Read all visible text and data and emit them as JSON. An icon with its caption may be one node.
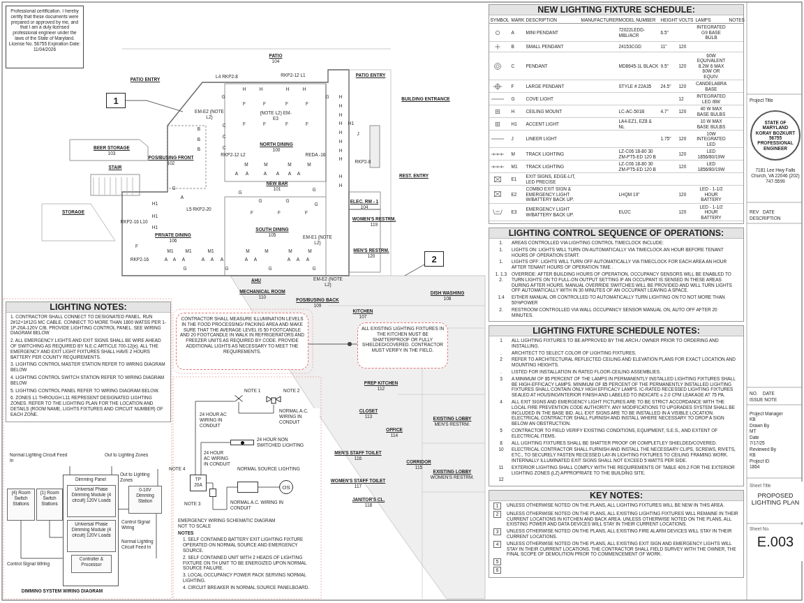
{
  "diagram": {
    "nodes": [
      {
        "text": [
          "Professional certification. I hereby certify that these documents were prepared or approved by me, and that I am a duly licensed professional engineer under the laws of the State of Maryland. License No. 56755 Expiration Date: 11/04/2026"
        ]
      },
      {
        "text": [
          "NEW LIGHTING FIXTURE SCHEDULE:"
        ]
      },
      {
        "text": [
          "LIGHTING CONTROL SEQUENCE OF OPERATIONS:"
        ]
      },
      {
        "text": [
          "LIGHTING FIXTURE SCHEDULE NOTES:"
        ]
      },
      {
        "text": [
          "KEY NOTES:"
        ]
      },
      {
        "text": [
          "LIGHTING NOTES:"
        ]
      },
      {
        "text": [
          "1"
        ]
      },
      {
        "text": [
          "2"
        ]
      },
      {
        "text": [
          "CONTRACTOR SHALL MEASURE ILLUMINATION LEVELS IN THE FOOD PROCESSING/ PACKING AREA AND MAKE SURE THAT THE AVERAGE LEVEL IS 50 FOOTCANDLE AND 20 FOOTCANDLE IN WALK IN REFRIGERATORS AND FREEZER UNITS AS REQUIRED BY CODE. PROVIDE ADDITIONAL LIGHTS AS NECESSARY TO MEET THE REQUIREMENTS."
        ]
      },
      {
        "text": [
          "ALL EXISTING LIGHTING FIXTURES IN THE KITCHEN MUST BE SHATTERPROOF OR FULLY SHIELDED/COVERED. CONTRACTOR MUST VERIFY IN THE FIELD."
        ]
      },
      {
        "text": [],
        "shape": "circle"
      },
      {
        "text": [
          "BEER STORAGE",
          "103"
        ]
      },
      {
        "text": [
          "STAIR"
        ]
      },
      {
        "text": [
          "STORAGE"
        ]
      },
      {
        "text": [
          "POS/BUSING FRONT",
          "102"
        ]
      },
      {
        "text": [
          "NORTH DINING",
          "100"
        ]
      },
      {
        "text": [
          "NEW BAR",
          "101"
        ]
      },
      {
        "text": [
          "PRIVATE DINING",
          "106"
        ]
      },
      {
        "text": [
          "SOUTH DINING",
          "105"
        ]
      },
      {
        "text": [
          "ELEC. RM - 1",
          "104"
        ]
      },
      {
        "text": [
          "WOMEN'S RESTRM.",
          "119"
        ]
      },
      {
        "text": [
          "MEN'S RESTRM.",
          "120"
        ]
      },
      {
        "text": [
          "MECHANICAL ROOM",
          "110"
        ]
      },
      {
        "text": [
          "POS/BUSING BACK",
          "109"
        ]
      },
      {
        "text": [
          "DISH WASHING",
          "108"
        ]
      },
      {
        "text": [
          "KITCHEN",
          "107"
        ]
      },
      {
        "text": [
          "PREP KITCHEN",
          "112"
        ]
      },
      {
        "text": [
          "CLOSET",
          "113"
        ]
      },
      {
        "text": [
          "OFFICE",
          "114"
        ]
      },
      {
        "text": [
          "EXISTING LOBBY",
          "MEN'S RESTRM."
        ]
      },
      {
        "text": [
          "MEN'S STAFF TOILET",
          "116"
        ]
      },
      {
        "text": [
          "CORRIDOR",
          "115"
        ]
      },
      {
        "text": [
          "WOMEN'S STAFF TOILET",
          "117"
        ]
      },
      {
        "text": [
          "EXISTING LOBBY",
          "WOMEN'S RESTRM."
        ]
      },
      {
        "text": [
          "JANITOR'S CL.",
          "118"
        ]
      },
      {
        "text": [
          "PATIO",
          "104"
        ]
      },
      {
        "text": [
          "PATIO ENTRY"
        ]
      },
      {
        "text": [
          "PATIO ENTRY"
        ]
      },
      {
        "text": [
          "BUILDING ENTRANCE"
        ]
      },
      {
        "text": [
          "REST. ENTRY"
        ]
      },
      {
        "text": [
          "AHU"
        ]
      },
      {
        "text": [
          "Dimming Panel"
        ]
      },
      {
        "text": [
          "Universal Phase Dimming Module (4 circuit) 120V Loads"
        ],
        "in": 41
      },
      {
        "text": [
          "Universal Phase Dimming Module (4 circuit) 120V Loads"
        ],
        "in": 41
      },
      {
        "text": [
          "Controller & Processor"
        ],
        "in": 41
      },
      {
        "text": [
          "(4) Room Switch Stations"
        ]
      },
      {
        "text": [
          "(1) Room Switch Stations"
        ]
      },
      {
        "text": [
          "0-10V Dimming Station"
        ]
      },
      {
        "text": [],
        "shape": "picture",
        "beside": [
          "NOTE 1"
        ]
      },
      {
        "text": [],
        "shape": "picture",
        "beside": [
          "NOTE 2"
        ]
      },
      {
        "text": [],
        "shape": "bar",
        "beside": [
          "24 HOUR NON SWITCHED LIGHTING"
        ]
      },
      {
        "text": [
          "TP",
          "20A"
        ],
        "beside": [
          "NOTE 4"
        ]
      },
      {
        "text": [],
        "shape": "box"
      },
      {
        "text": [],
        "shape": "box",
        "beside": [
          "NORMAL SOURCE LIGHTING"
        ]
      },
      {
        "text": [
          "OS"
        ]
      },
      {
        "text": [
          "STATE OF MARYLAND",
          "KORAY BOZKURT",
          "56755",
          "PROFESSIONAL ENGINEER"
        ]
      },
      {
        "text": [
          "Sheet Title",
          "PROPOSED LIGHTING PLAN"
        ]
      },
      {
        "text": [
          "Sheet No.",
          "E.003"
        ]
      }
    ],
    "edges": [
      {
        "from": 6,
        "to": null,
        "arrow": "none"
      },
      {
        "from": 7,
        "to": null,
        "arrow": "none"
      },
      {
        "from": 8,
        "to": 10,
        "arrow": "none"
      },
      {
        "from": 9,
        "to": 10,
        "arrow": "none"
      },
      {
        "from": 45,
        "to": 41,
        "arrow": "none",
        "label": "Control Signal Wiring"
      },
      {
        "from": 46,
        "to": 41,
        "arrow": "none"
      },
      {
        "from": 47,
        "to": 41,
        "arrow": "none",
        "label": "Control Signal Wiring"
      },
      {
        "from": null,
        "to": 41,
        "arrow": "none",
        "label": "Normal Lighting Circuit Feed In"
      },
      {
        "from": 41,
        "to": null,
        "arrow": "none",
        "label": "Out to Lighting Zones"
      },
      {
        "from": null,
        "to": 47,
        "arrow": "none",
        "label": "Normal Lighting Circuit Feed In"
      },
      {
        "from": 47,
        "to": null,
        "arrow": "none",
        "label": "Out to Lighting Zones"
      },
      {
        "from": 51,
        "to": 48,
        "arrow": "none",
        "label": "24 HOUR AC WIRING IN CONDUIT"
      },
      {
        "from": 48,
        "to": 49,
        "arrow": "none",
        "label": "NORMAL A.C. WIRING IN CONDUIT"
      },
      {
        "from": 51,
        "to": 50,
        "arrow": "none",
        "label": "24 HOUR AC WIRING IN CONDUIT"
      },
      {
        "from": 51,
        "to": 52,
        "arrow": "none"
      },
      {
        "from": 52,
        "to": 53,
        "arrow": "none",
        "label": "NORMAL A.C. WIRING IN CONDUIT"
      },
      {
        "from": 53,
        "to": 54,
        "arrow": "none"
      }
    ],
    "labels": [
      "SYMBOL",
      "MARK",
      "DESCRIPTION",
      "MANUFACTURER",
      "MODEL NUMBER",
      "HEIGHT",
      "VOLTS",
      "LAMPS",
      "NOTES",
      "A",
      "MINI PENDANT",
      "72022LEDD-MBL/ACR",
      "6.5\"",
      "INTEGRATED G9 BASE BULB",
      "B",
      "SMALL PENDANT",
      "24153CGD",
      "11\"",
      "120",
      "C",
      "PENDANT",
      "MD8645-1L BLACK",
      "9.5\"",
      "120",
      "60W EQUIVALENT 8.2W 6 MAX 60W OR EQUIV.",
      "F",
      "LARGE PENDANT",
      "STYLE # 22A35",
      "24.5\"",
      "120",
      "CANDELABRA BASE",
      "G",
      "COVE LIGHT",
      "12",
      "INTEGRATED LED /8W",
      "H",
      "CEILING MOUNT",
      "LC-AC-501B",
      "4.7\"",
      "120",
      "40 W MAX BASE BULBS",
      "H1",
      "ACCENT LIGHT",
      "LA4-EZ1, EZ8 & NL",
      "10 W MAX BASE BULBS",
      "J",
      "LINEER LIGHT",
      "1.75\"",
      "120",
      "10W INTEGRATED LED",
      "M",
      "TRACK LIGHTING",
      "LZ-C06 18-80 30 ZM-PT5-ED 120 B",
      "120",
      "LED 1856/80/19W",
      "M1",
      "TRACK LIGHTING",
      "LZ-C06 18-80 30 ZM-PT5-ED 120 B",
      "120",
      "LED 1856/80/19W",
      "E1",
      "EXIT SIGNS, EDGE-LIT, LED PRECISE",
      "E2",
      "COMBO EXIT SIGN & EMERGENCY LIGHT W/BATTERY BACK UP.",
      "LHQM 19\"",
      "120",
      "LED - 1-1/2 HOUR BATTERY",
      "E3",
      "EMERGENCY LIGHT W/BATTERY BACK UP.",
      "EU2C",
      "120",
      "LED - 1-1/2 HOUR BATTERY",
      "1.",
      "AREAS CONTROLLED VIA LIGHTING CONTROL TIMECLOCK INCLUDE:",
      "1.",
      "LIGHTS ON: LIGHTS WILL TURN ON AUTOMATICALLY VIA TIMECLOCK AN HOUR BEFORE TENANT HOURS OF OPERATION START.",
      "1.",
      "LIGHTS OFF: LIGHTS WILL TURN OFF AUTOMATICALLY VIA TIMECLOCK FOR EACH AREA AN HOUR AFTER TENANT HOURS OF OPERATION TIME .",
      "1. 1.3 2.",
      "OVERRIDE: AFTER BUILDING HOURS OF OPERATION, OCCUPANCY SENSORS WILL BE ENABLED TO TURN LIGHTS ON TO FULL-ON OUTPUT SETTING IF AN OCCUPANT IS SENSED IN THESE AREAS DURING AFTER HOURS. MANUAL OVERRIDE SWITCHES WILL BE PROVIDED AND WILL TURN LIGHTS OFF AUTOMATICALLY WITH IN 30 MINUTES OF AN OCCUPANT LEAVING A SPACE.",
      "1.4",
      "EITHER MANUAL OR CONTROLLED TO AUTOMATICALLY TURN LIGHTING ON TO NOT MORE THAN 50%POWER",
      "2.",
      "RESTROOM CONTROLLED VIA WALL OCCUPANCY SENSOR MANUAL ON, AUTO OFF AFTER 20 MINUTES.",
      "1",
      "ALL LIGHTING FIXTURES TO BE APPROVED BY THE ARCH./ OWNER PRIOR TO ORDERING AND INSTALLING.",
      ".",
      "ARCHITECT TO SELECT COLOR OF LIGHTING FIXTURES.",
      "2",
      "REFER TO ARCHITECTURAL REFLECTED CEILING AND ELEVATION PLANS FOR EXACT LOCATION AND MOUNTING HEIGHTS.",
      ".",
      "LISTED FOR INSTALLATION IN RATED FLOOR-CEILING ASSEMBLIES.",
      "3",
      "A MINIMUM OF 85 PERCENT OF THE LAMPS IN PERMANENTLY INSTALLED LIGHTING FIXTURES SHALL BE HIGH-EFFICACY LAMPS. MINIMUM OF 85 PERCENT OF THE PERMANENTLY INSTALLED LIGHTING FIXTURES SHALL CONTAIN ONLY HIGH EFFICACY LAMPS. IC-RATED RECESSED LIGHTING FIXTURES SEALED AT HOUSING/INTERIOR FINISH AND LABELED TO INDICATE ≤ 2.0 CFM LEAKAGE AT 75 PA.",
      "4",
      "ALL EXIT SIGNS AND EMERGENCY LIGHT FICTURES ARE TO BE STRICT ACCORDANCE WITH THE LOCAL FIRE PREVENTION CODE AUTHORITY. ANY MODIFICATIONS TO UPGRADES SYSTEM SHALL BE INCLUDED IN THE BASE BID. ALL EXIT SIGNS ARE TO BE INSTALLED IN A VISIBLE LOCATION. ELECTRICAL CONTRACTOR SHALL FURNISH AND INSTALL WHERE NECESSARY TO DROP A SIGN BELOW AN OBSTRUCTION.",
      "5",
      "CONTRACTOR TO FIELD VERIFY EXISTING CONDITIONS, EQUIPMENT, S.E.S., AND EXTENT OF ELECTRICAL ITEMS.",
      "8",
      "ALL LIGHTING FIXTURES SHALL BE SHATTER PROOF OR COMPLETLEY SHIELDED/COVERED.",
      "10",
      "ELECTRICAL CONTRACTOR SHALL FURNISH AND INSTALL THE NECESSARY CLIPS, SCREWS, RIVETS, ETC., TO SECURELY FASTEN RECESSED LAY-IN LIGHTING FIXTURES TO CEILING FRAMING WORK. INTERNALLY ILLUMINATED EXIT SIGNS SHALL NOT EXCEED 5 WATTS PER SIDE.",
      "11",
      "EXTERIOR LIGHTING SHALL COMPLY WITH THE REQUIREMENTS OF TABLE 409.2 FOR THE EXTERIOR LIGHTING ZONES (LZ) APPROPRIATE TO THE BUILDING SITE.",
      "12",
      "1",
      "UNLESS OTHERWISE NOTED ON THE PLANS, ALL LIGHTING FIXTURES WILL BE NEW IN THIS AREA.",
      "2",
      "UNLESS OTHERWISE NOTED ON THE PLANS, ALL EXISTING LIGHTING FIXTURES WILL REMAINE IN THEIR CURRENT LOCATIONS IN KITCHEN AND BACK AREA. UNLESS OTHERWISE NOTED ON THE PLANS, ALL EXISTING POWER AND DATA DEVICES WILL STAY IN THEIR CURRENT LOCATIONS.",
      "3",
      "UNLESS OTHERWISE NOTED ON THE PLANS, ALL EXISTING FIRE ALARM DEVICES WILL STAY IN THEIR CURRENT LOCATIONS.",
      "4",
      "UNLESS OTHERWISE NOTED ON THE PLANS, ALL EXISTING EXIT SIGN AND EMERGENCY LIGHTS WILL STAY IN THEIR CURRENT LOCATIONS. THE CONTRACTOR SHALL FIELD SURVEY WITH THE OWNER, THE FINAL SCOPE OF DEMOLITION PRIOR TO COMMENCEMENT OF WORK.",
      "5",
      "6",
      "1. CONTRACTOR SHALL CONNECT TO DESIGNATED PANEL. RUN 2#12+1#12G MC CABLE. CONNECT TO MORE THAN 1800 WATSS PER 1-1P-20A-120V C/B. PROVIDE LIGHTING CONTROL PANEL. SEE WIRING DIAGRAM BELOW",
      "2. ALL EMERGENCY LIGHTS AND EXIT SIGNS SHALL BE WIRE AHEAD OF SWITCHING AS REQUIRED BY N.E.C ARTICLE 700-12(e). ALL THE EMERGENCY AND EXIT LIGHT FIXTURES SHALL HAVE 2 HOURS BATTERY PER COUNTY REQUIREMENTS.",
      "3. LIGHTING CONTROL MASTER STATION REFER TO WIRING DIAGRAM BELOW",
      "4. LIGHTING CONTROL SWITCH STATION REFER TO WIRING DIAGRAM BELOW",
      "5. LIGHTING CONTROL PANEL REFER TO WIRING DIAGRAM BELOW.",
      "6. ZONES L1 THROUGH L11 REPRESENT DESIGNATED LIGHTING ZONES. REFER TO THE LIGHTING PLAN FOR THE LOCATION AND DETAILS (ROOM NAME, LIGHTS FIXTURES AND CIRCUIT NUMBER) OF EACH ZONE.",
      "DIMMING SYSTEM WIRING DIAGRAM",
      "EMERGENCY WIRING SCHEMATIC DIAGRAM",
      "NOT TO SCALE",
      "NOTES",
      "1. SELF CONTAINED BATTERY EXIT LIGHTING FIXTURE OPERATED ON NORMAL SOURCE AND EMERGENCY SOURCE.",
      "2. SELF CONTAINED UNIT WITH 2 HEADS OF LIGHTING FIXTURE ON TH UNIT TO BE ENERGIZED UPON NORMAL SOURCE FAILURE.",
      "3. LOCAL OCCUPANCY POWER PACK SERVING NORMAL LIGHTING.",
      "4. CIRCUIT BREAKER IN NORMAL SOURCE PANELBOARD.",
      "NOTE 3",
      "REV",
      "DATE",
      "DESCRIPTION",
      "NO.",
      "DATE",
      "ISSUE NOTE",
      "Project Manager",
      "KB",
      "Drawn By",
      "MT",
      "Date",
      "7/17/25",
      "Reviewed By",
      "KB",
      "Project ID",
      "1864",
      "7181 Lee Hwy Falls Church, VA 22046 (202) 747-5599",
      "Project Title",
      "H",
      "H",
      "H",
      "H",
      "F",
      "F",
      "F",
      "F",
      "F",
      "F",
      "F",
      "F",
      "M",
      "M",
      "M",
      "M",
      "A",
      "A",
      "A",
      "A",
      "A",
      "A",
      "H",
      "H",
      "H",
      "H",
      "H",
      "H",
      "H",
      "H",
      "H",
      "H",
      "H1",
      "J",
      "B",
      "B",
      "B",
      "C",
      "C",
      "C",
      "F",
      "F",
      "F",
      "H1",
      "H1",
      "H1",
      "M1",
      "M1",
      "M1",
      "F",
      "A",
      "M",
      "M",
      "M",
      "M",
      "A",
      "A",
      "A",
      "A",
      "A",
      "A",
      "A",
      "A",
      "A",
      "A",
      "A",
      "G",
      "G",
      "G",
      "G",
      "G",
      "G",
      "G",
      "G",
      "G",
      "G",
      "G",
      "G",
      "RKP2-12 L2",
      "REDA -16",
      "L4 RKP2-8",
      "RKP2-12 L1",
      "EM-E2 (NOTE L2)",
      "(NOTE L2) EM-E3",
      "RKP2-16 L10",
      "RKP2-16",
      "L5 RKP2-20",
      "EM-E1 (NOTE L2)",
      "RKP2-8",
      "EM-E2 (NOTE L2)"
    ]
  }
}
